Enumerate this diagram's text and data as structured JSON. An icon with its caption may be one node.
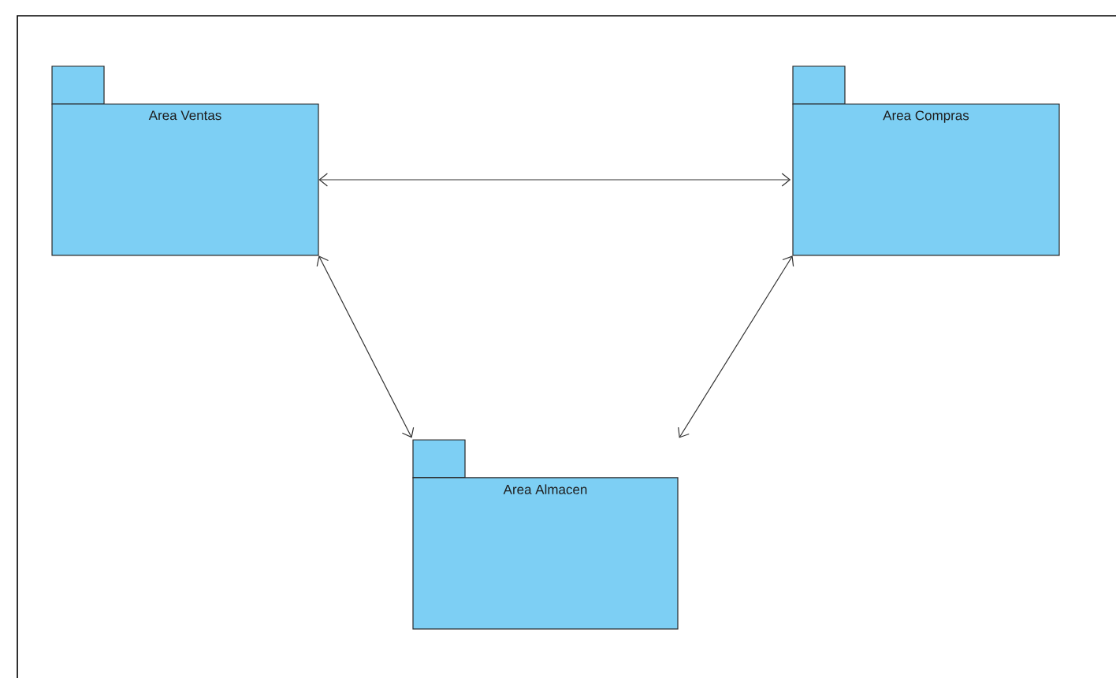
{
  "diagram": {
    "nodes": [
      {
        "text": [
          "Area Ventas"
        ]
      },
      {
        "text": [
          "Area Compras"
        ]
      },
      {
        "text": [
          "Area Almacen"
        ]
      }
    ],
    "edges": [
      {
        "from": 0,
        "to": 1,
        "arrow": "both"
      },
      {
        "from": 0,
        "to": 2,
        "arrow": "both"
      },
      {
        "from": 1,
        "to": 2,
        "arrow": "both"
      }
    ]
  }
}
